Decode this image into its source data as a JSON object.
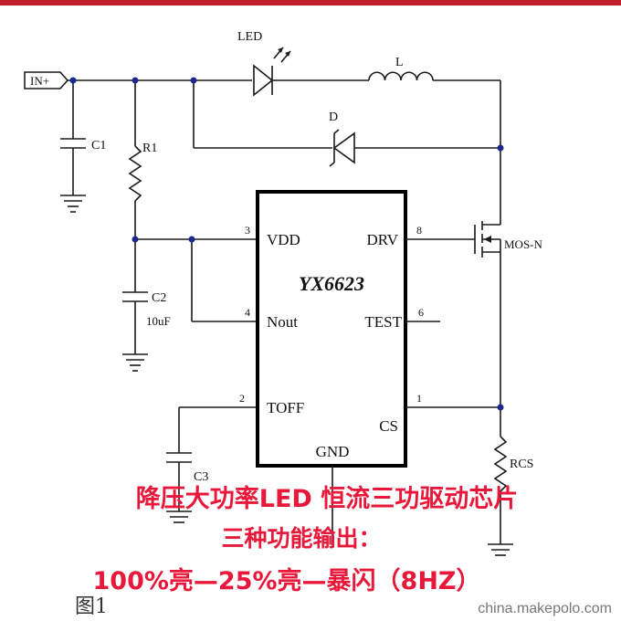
{
  "labels": {
    "in_plus": "IN+",
    "led": "LED",
    "inductor": "L",
    "diode": "D",
    "c1": "C1",
    "r1": "R1",
    "c2": "C2",
    "c2_value": "10uF",
    "c3": "C3",
    "mos": "MOS-N",
    "rcs": "RCS",
    "chip": "YX6623"
  },
  "pins": {
    "vdd_name": "VDD",
    "vdd_num": "3",
    "nout_name": "Nout",
    "nout_num": "4",
    "toff_name": "TOFF",
    "toff_num": "2",
    "drv_name": "DRV",
    "drv_num": "8",
    "test_name": "TEST",
    "test_num": "6",
    "cs_name": "CS",
    "cs_num": "1",
    "gnd_name": "GND"
  },
  "captions": {
    "line1": "降压大功率LED 恒流三功驱动芯片",
    "line2": "三种功能输出：",
    "line3": "100%亮—25%亮—暴闪（8HZ）"
  },
  "figure_label": "图1",
  "watermark": "china.makepolo.com",
  "colors": {
    "caption": "#e8183a",
    "junction": "#1a2a8a",
    "accent_rule": "#c0202a"
  }
}
